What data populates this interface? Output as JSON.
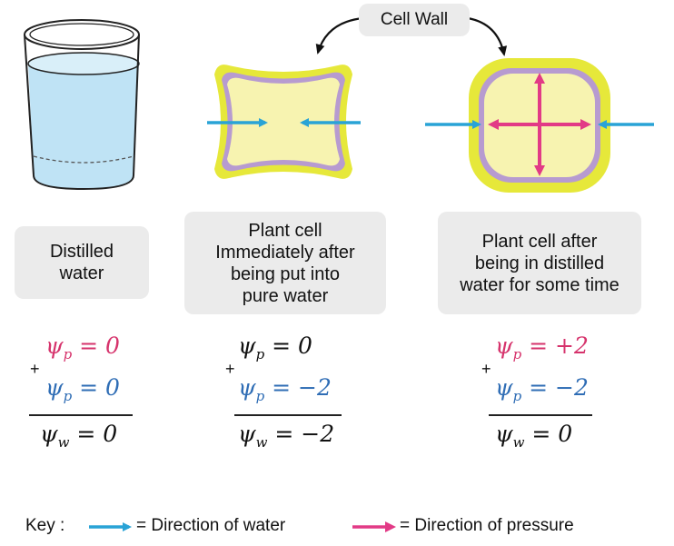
{
  "callout": {
    "text": "Cell Wall"
  },
  "panels": [
    {
      "label": "Distilled\nwater",
      "equation": {
        "line1": {
          "symbol": "ψ",
          "sub": "p",
          "rest": " = 0",
          "color": "#d6336c"
        },
        "line2": {
          "symbol": "ψ",
          "sub": "p",
          "rest": " = 0",
          "color": "#2f6db5"
        },
        "result": {
          "symbol": "ψ",
          "sub": "w",
          "rest": " = 0",
          "color": "#111111"
        },
        "operator": "+"
      }
    },
    {
      "label": "Plant cell\nImmediately after\nbeing put into\npure water",
      "equation": {
        "line1": {
          "symbol": "ψ",
          "sub": "p",
          "rest": " = 0",
          "color": "#111111"
        },
        "line2": {
          "symbol": "ψ",
          "sub": "p",
          "rest": " = −2",
          "color": "#2f6db5"
        },
        "result": {
          "symbol": "ψ",
          "sub": "w",
          "rest": " = −2",
          "color": "#111111"
        },
        "operator": "+"
      }
    },
    {
      "label": "Plant cell after\nbeing in distilled\nwater for some time",
      "equation": {
        "line1": {
          "symbol": "ψ",
          "sub": "p",
          "rest": " = +2",
          "color": "#d6336c"
        },
        "line2": {
          "symbol": "ψ",
          "sub": "p",
          "rest": " = −2",
          "color": "#2f6db5"
        },
        "result": {
          "symbol": "ψ",
          "sub": "w",
          "rest": " = 0",
          "color": "#111111"
        },
        "operator": "+"
      }
    }
  ],
  "key": {
    "title": "Key :",
    "water": "= Direction of water",
    "pressure": "= Direction of pressure"
  },
  "colors": {
    "water_arrow": "#29a3d6",
    "pressure_arrow": "#e23a86",
    "cell_wall": "#e6e83a",
    "membrane": "#b79bd0",
    "cytoplasm": "#f7f3b0",
    "water": "#bfe3f5",
    "label_bg": "#ebebeb"
  }
}
